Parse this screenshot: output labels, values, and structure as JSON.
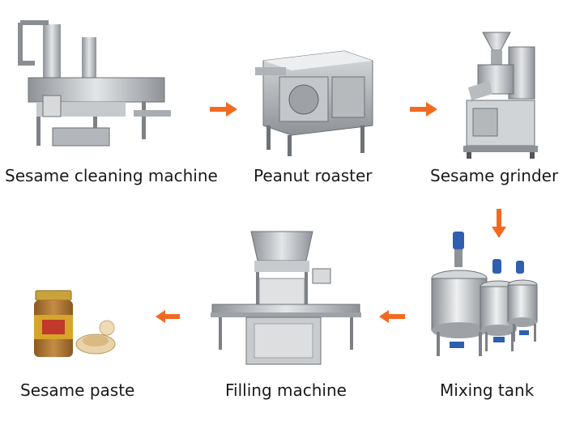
{
  "steps": [
    {
      "label": "Sesame cleaning machine",
      "icon": "cleaning-machine-image"
    },
    {
      "label": "Peanut roaster",
      "icon": "roaster-image"
    },
    {
      "label": "Sesame grinder",
      "icon": "grinder-image"
    },
    {
      "label": "Mixing tank",
      "icon": "mixing-tank-image"
    },
    {
      "label": "Filling machine",
      "icon": "filling-machine-image"
    },
    {
      "label": "Sesame paste",
      "icon": "sesame-paste-jar-image"
    }
  ],
  "colors": {
    "arrow": "#f26a21",
    "steel": "#b9bcbf",
    "steel_dark": "#7d8186",
    "background": "#ffffff"
  }
}
